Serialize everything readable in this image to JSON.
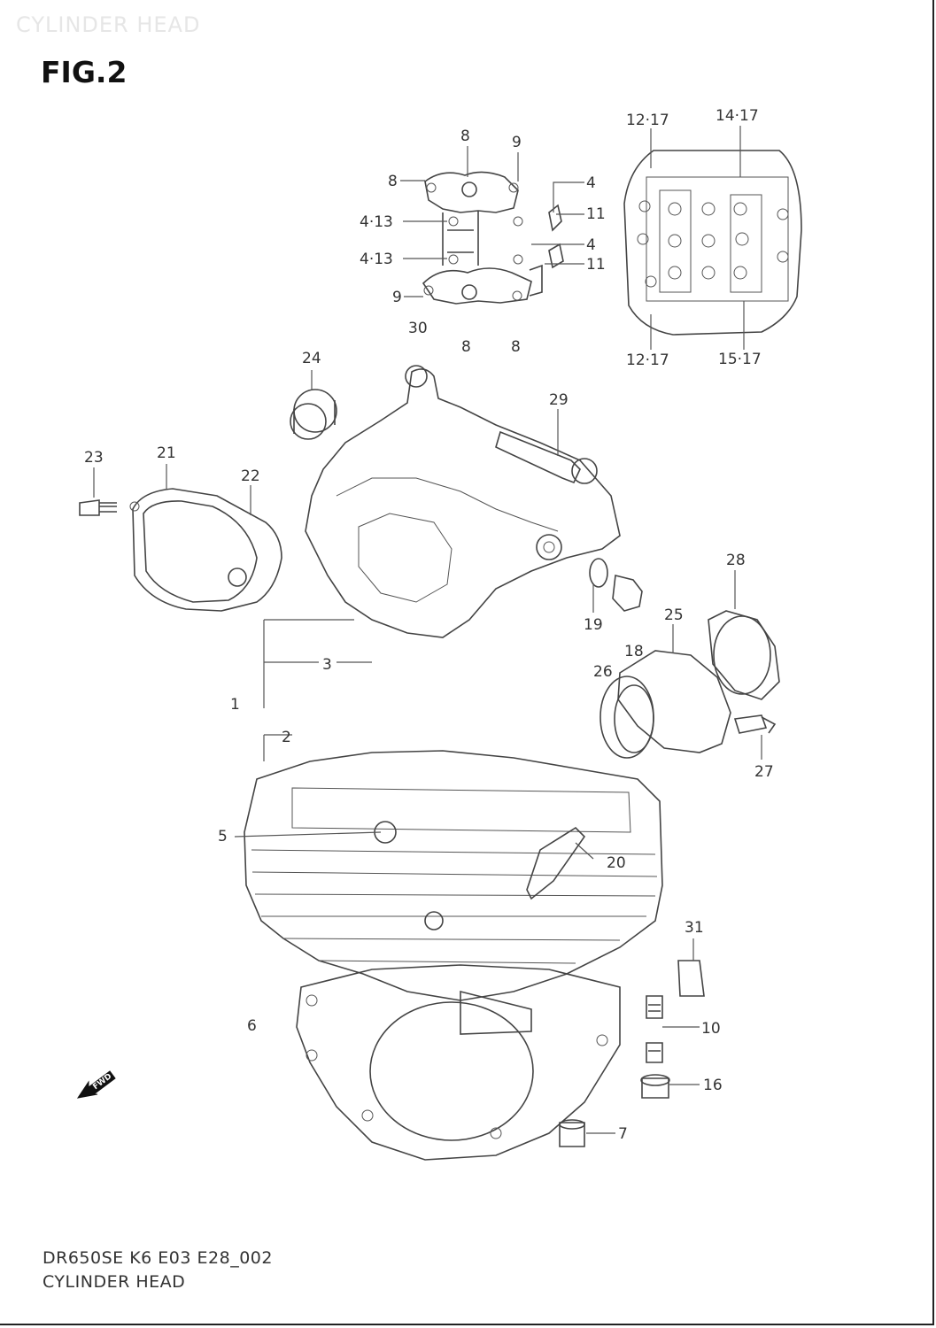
{
  "watermark": "CYLINDER HEAD",
  "figure_label": "FIG.2",
  "callouts": {
    "c8a": "8",
    "c9a": "9",
    "c8b": "8",
    "c4a": "4",
    "c4_13a": "4·13",
    "c11a": "11",
    "c4b": "4",
    "c4_13b": "4·13",
    "c11b": "11",
    "c9b": "9",
    "c30": "30",
    "c8c": "8",
    "c8d": "8",
    "c12_17a": "12·17",
    "c14_17": "14·17",
    "c12_17b": "12·17",
    "c15_17": "15·17",
    "c24": "24",
    "c29": "29",
    "c23": "23",
    "c21": "21",
    "c22": "22",
    "c28": "28",
    "c19": "19",
    "c25": "25",
    "c18": "18",
    "c26": "26",
    "c3": "3",
    "c1": "1",
    "c2": "2",
    "c27": "27",
    "c5": "5",
    "c20": "20",
    "c31": "31",
    "c6": "6",
    "c10": "10",
    "c16": "16",
    "c7": "7"
  },
  "fwd_label": "FWD",
  "footer": {
    "code": "DR650SE K6 E03 E28_002",
    "name": "CYLINDER HEAD"
  }
}
